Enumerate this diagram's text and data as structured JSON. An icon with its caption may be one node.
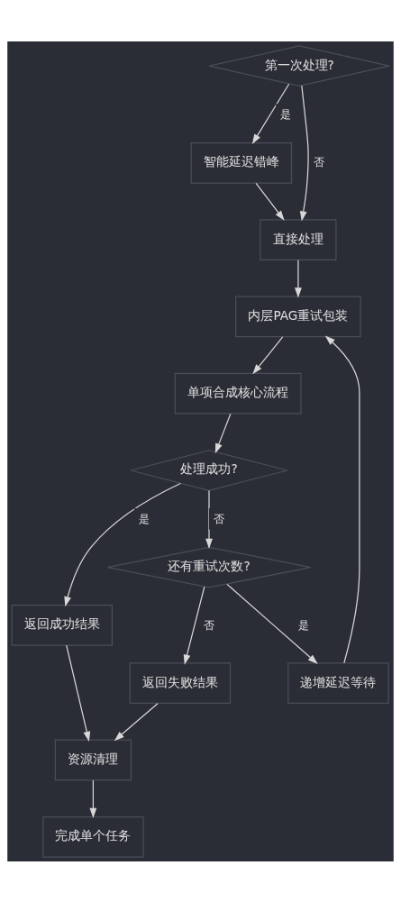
{
  "diagram": {
    "nodes": [
      {
        "text": [
          "第一次处理?"
        ]
      },
      {
        "text": [
          "智能延迟错峰"
        ]
      },
      {
        "text": [
          "直接处理"
        ]
      },
      {
        "text": [
          "内层PAG重试包装"
        ]
      },
      {
        "text": [
          "单项合成核心流程"
        ]
      },
      {
        "text": [
          "处理成功?"
        ]
      },
      {
        "text": [
          "还有重试次数?"
        ]
      },
      {
        "text": [
          "返回成功结果"
        ]
      },
      {
        "text": [
          "递增延迟等待"
        ]
      },
      {
        "text": [
          "返回失败结果"
        ]
      },
      {
        "text": [
          "资源清理"
        ]
      },
      {
        "text": [
          "完成单个任务"
        ]
      }
    ],
    "edges": [
      {
        "from": 0,
        "to": 2,
        "arrow": "to",
        "label": "否"
      },
      {
        "from": 0,
        "to": 1,
        "arrow": "to",
        "label": "是"
      },
      {
        "from": 1,
        "to": 2,
        "arrow": "to"
      },
      {
        "from": 2,
        "to": 3,
        "arrow": "to"
      },
      {
        "from": 3,
        "to": 4,
        "arrow": "to"
      },
      {
        "from": 4,
        "to": 5,
        "arrow": "to"
      },
      {
        "from": 5,
        "to": 7,
        "arrow": "to",
        "label": "是"
      },
      {
        "from": 5,
        "to": 6,
        "arrow": "to",
        "label": "否"
      },
      {
        "from": 6,
        "to": 8,
        "arrow": "to",
        "label": "是"
      },
      {
        "from": 6,
        "to": 9,
        "arrow": "to",
        "label": "否"
      },
      {
        "from": 8,
        "to": 3,
        "arrow": "to"
      },
      {
        "from": 7,
        "to": 10,
        "arrow": "to"
      },
      {
        "from": 9,
        "to": 10,
        "arrow": "to"
      },
      {
        "from": 10,
        "to": 11,
        "arrow": "to"
      }
    ]
  }
}
